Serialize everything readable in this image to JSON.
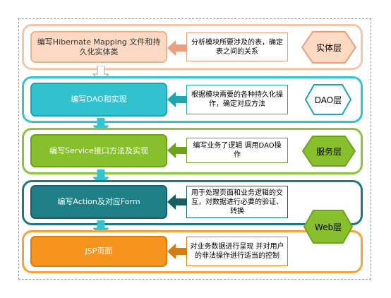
{
  "layers": [
    {
      "id": "entity",
      "step": "编写Hibernate Mapping  文件和持久化实体类",
      "desc": "分析模块所要涉及的表，确定表之间的关系",
      "label": "实体层",
      "colors": {
        "border": "#f5c6a8",
        "box": "#fbd9c2",
        "boxBorder": "#f2b08f",
        "boxText": "#333333",
        "desc": "#ffffff",
        "descBorder": "#e9a07c",
        "descText": "#000000",
        "hex": "#fbd9c2",
        "hexBorder": "#e9a07c"
      }
    },
    {
      "id": "dao",
      "step": "编写DAO和实现",
      "desc": "根据模块需要的各种持久化操作，确定对应方法",
      "label": "DAO层",
      "colors": {
        "border": "#33c4d0",
        "box": "#32c1cf",
        "boxBorder": "#1ba6b3",
        "boxText": "#ffffff",
        "desc": "#ffffff",
        "descBorder": "#1ba6b3",
        "descText": "#000000",
        "hex": "#ffffff",
        "hexBorder": "#1ba6b3"
      }
    },
    {
      "id": "service",
      "step": "编写Service接口方法及实现",
      "desc": "编写业务了逻辑  调用DAO操作",
      "label": "服务层",
      "colors": {
        "border": "#8cc43c",
        "box": "#88c02d",
        "boxBorder": "#6fa21c",
        "boxText": "#ffffff",
        "desc": "#ffffff",
        "descBorder": "#6fa21c",
        "descText": "#000000",
        "hex": "#88c02d",
        "hexBorder": "#6fa21c"
      }
    },
    {
      "id": "action",
      "step": "编写Action及对应Form",
      "desc": "用于处理页面和业务逻辑的交互，对数据进行必要的验证、转换",
      "colors": {
        "border": "#1f7a80",
        "box": "#1f7f86",
        "boxBorder": "#155e63",
        "boxText": "#ffffff",
        "desc": "#ffffff",
        "descBorder": "#155e63",
        "descText": "#000000"
      }
    },
    {
      "id": "jsp",
      "step": "JSP页面",
      "desc": "对业务数据进行呈现  并对用户的非法操作进行适当的控制",
      "colors": {
        "border": "#f7a23a",
        "box": "#f7941d",
        "boxBorder": "#d77c10",
        "boxText": "#ffffff",
        "desc": "#ffffff",
        "descBorder": "#d77c10",
        "descText": "#000000"
      }
    }
  ],
  "web": {
    "label": "Web层",
    "colors": {
      "fill": "#88c02d",
      "border": "#6fa21c"
    }
  },
  "arrowColor": {
    "fill": "#ffffff",
    "stroke": "#a0a0a0",
    "cyan": "#33c4d0"
  }
}
